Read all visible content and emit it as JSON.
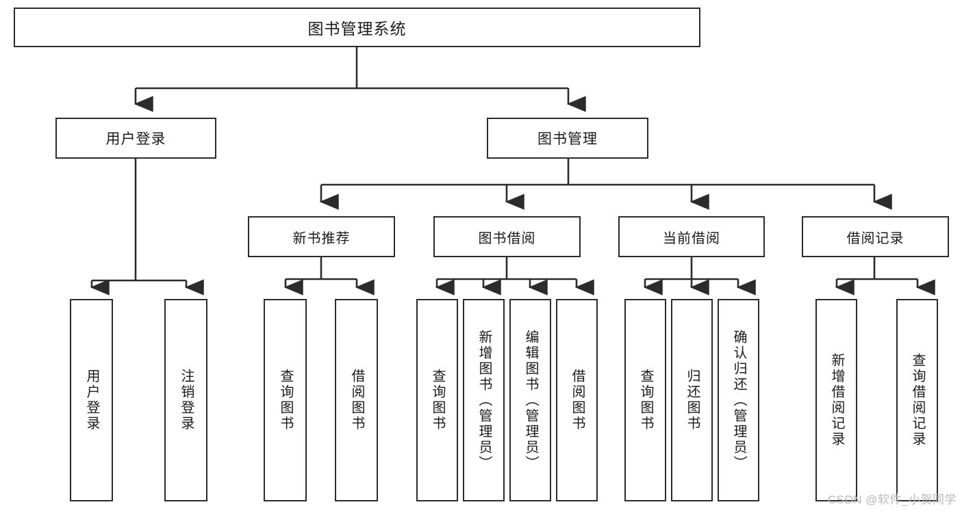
{
  "diagram": {
    "title": "图书管理系统",
    "watermark": "CSDN @软件_小贺同学",
    "colors": {
      "stroke": "#2b2b2b",
      "fill": "#ffffff",
      "text": "#1a1a1a",
      "watermark": "#b8b8b8"
    },
    "root": {
      "label": "图书管理系统"
    },
    "level2": [
      {
        "id": "user-login",
        "label": "用户登录"
      },
      {
        "id": "book-management",
        "label": "图书管理"
      }
    ],
    "level3": [
      {
        "id": "new-book-recommend",
        "label": "新书推荐"
      },
      {
        "id": "book-borrow",
        "label": "图书借阅"
      },
      {
        "id": "current-borrow",
        "label": "当前借阅"
      },
      {
        "id": "borrow-record",
        "label": "借阅记录"
      }
    ],
    "leaves": {
      "user_login": [
        {
          "id": "leaf-user-login",
          "label": "用户登录"
        },
        {
          "id": "leaf-logout-login",
          "label": "注销登录"
        }
      ],
      "new_book_recommend": [
        {
          "id": "leaf-query-book-1",
          "label": "查询图书"
        },
        {
          "id": "leaf-borrow-book-1",
          "label": "借阅图书"
        }
      ],
      "book_borrow": [
        {
          "id": "leaf-query-book-2",
          "label": "查询图书"
        },
        {
          "id": "leaf-add-book",
          "label": "新增图书（管理员）"
        },
        {
          "id": "leaf-edit-book",
          "label": "编辑图书（管理员）"
        },
        {
          "id": "leaf-borrow-book-2",
          "label": "借阅图书"
        }
      ],
      "current_borrow": [
        {
          "id": "leaf-query-book-3",
          "label": "查询图书"
        },
        {
          "id": "leaf-return-book",
          "label": "归还图书"
        },
        {
          "id": "leaf-confirm-return",
          "label": "确认归还（管理员）"
        }
      ],
      "borrow_record": [
        {
          "id": "leaf-add-record",
          "label": "新增借阅记录"
        },
        {
          "id": "leaf-query-record",
          "label": "查询借阅记录"
        }
      ]
    }
  }
}
